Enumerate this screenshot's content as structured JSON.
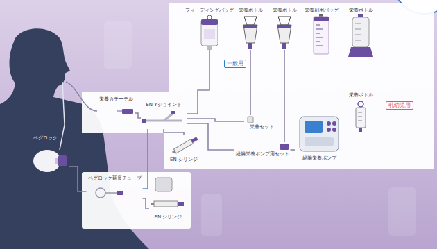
{
  "diagram": {
    "nodes": [
      {
        "text": [
          "フィーディングバッグ"
        ]
      },
      {
        "text": [
          "栄養ボトル"
        ]
      },
      {
        "text": [
          "栄養ボトル"
        ]
      },
      {
        "text": [
          "栄養剤用バッグ"
        ]
      },
      {
        "text": [
          "栄養ボトル"
        ]
      },
      {
        "text": [
          "栄養ボトル"
        ]
      },
      {
        "text": [
          "栄養セット"
        ]
      },
      {
        "text": [
          "経腸栄養ポンプ用セット"
        ]
      },
      {
        "text": [
          "経腸栄養ポンプ"
        ]
      },
      {
        "text": [
          "EN Yジョイント"
        ]
      },
      {
        "text": [
          "EN シリンジ"
        ]
      },
      {
        "text": [
          "栄養カテーテル"
        ]
      },
      {
        "text": [
          "ペグロック"
        ]
      },
      {
        "text": [
          "ペグロック延長チューブ"
        ]
      },
      {
        "text": [
          "EN シリンジ"
        ]
      }
    ],
    "edges": [
      {
        "from": 0,
        "to": 9,
        "arrow": "none"
      },
      {
        "from": 1,
        "to": 6,
        "arrow": "none"
      },
      {
        "from": 6,
        "to": 9,
        "arrow": "none"
      },
      {
        "from": 2,
        "to": 7,
        "arrow": "none"
      },
      {
        "from": 7,
        "to": 9,
        "arrow": "none"
      },
      {
        "from": 8,
        "to": 7,
        "arrow": "none"
      },
      {
        "from": 10,
        "to": 9,
        "arrow": "none"
      },
      {
        "from": 9,
        "to": 11,
        "arrow": "none"
      },
      {
        "from": 9,
        "to": 13,
        "arrow": "none"
      },
      {
        "from": 13,
        "to": 12,
        "arrow": "none"
      },
      {
        "from": 14,
        "to": 13,
        "arrow": "none"
      }
    ],
    "labels": [
      "一般用",
      "乳幼児用"
    ]
  }
}
